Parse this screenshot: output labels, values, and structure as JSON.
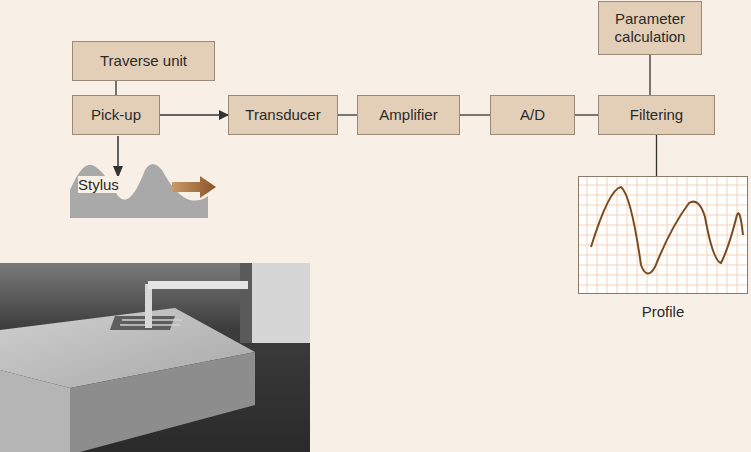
{
  "diagram": {
    "nodes": [
      {
        "text": [
          "Traverse unit"
        ]
      },
      {
        "text": [
          "Parameter calculation"
        ]
      },
      {
        "text": [
          "Pick-up"
        ]
      },
      {
        "text": [
          "Transducer"
        ]
      },
      {
        "text": [
          "Amplifier"
        ]
      },
      {
        "text": [
          "A/D"
        ]
      },
      {
        "text": [
          "Filtering"
        ]
      },
      {
        "text": [
          "Profile"
        ]
      }
    ],
    "edges": [
      {
        "from": 0,
        "to": 2,
        "arrow": "none"
      },
      {
        "from": 2,
        "to": 3,
        "arrow": "to"
      },
      {
        "from": 3,
        "to": 4,
        "arrow": "none"
      },
      {
        "from": 4,
        "to": 5,
        "arrow": "none"
      },
      {
        "from": 5,
        "to": 6,
        "arrow": "none"
      },
      {
        "from": 6,
        "to": 1,
        "arrow": "none"
      },
      {
        "from": 6,
        "to": 7,
        "arrow": "none"
      }
    ],
    "labels": [
      "Stylus"
    ]
  }
}
